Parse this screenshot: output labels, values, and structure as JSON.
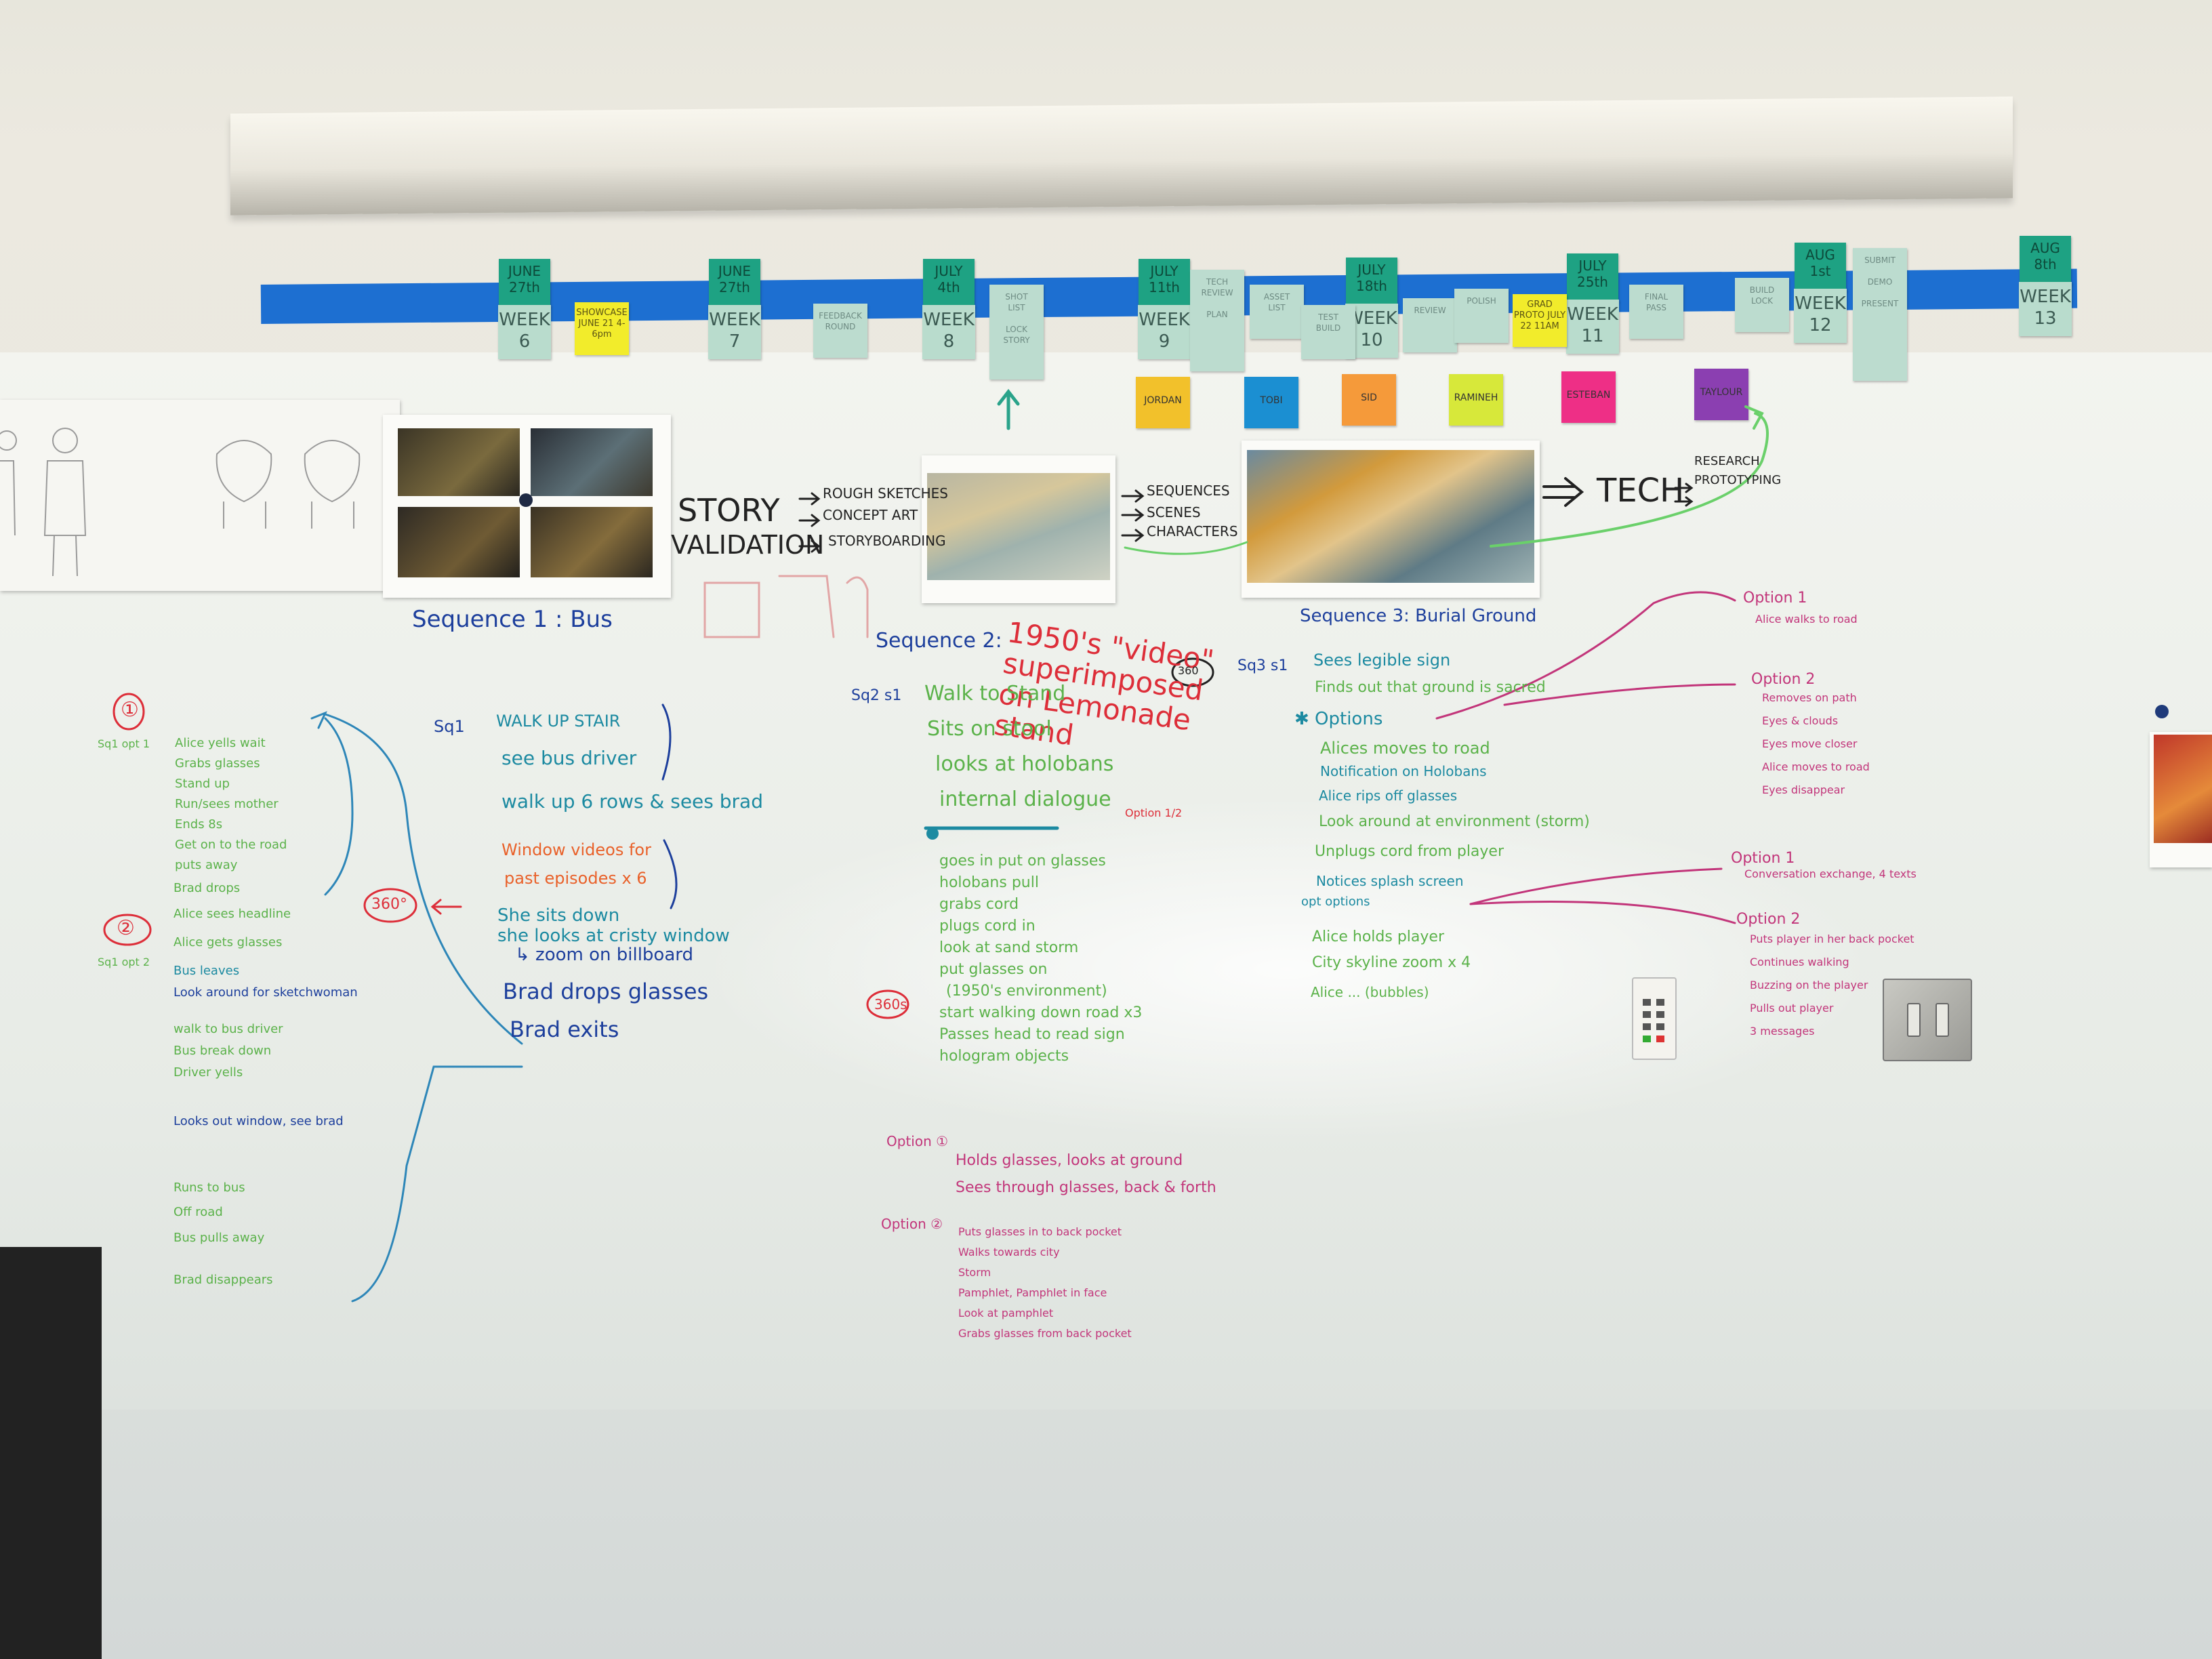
{
  "timeline": {
    "milestones": [
      {
        "date": "JUNE 27th",
        "week": "WEEK 6"
      },
      {
        "date": "JUNE 27th",
        "week": "WEEK 7"
      },
      {
        "date": "JULY 4th",
        "week": "WEEK 8"
      },
      {
        "date": "JULY 11th",
        "week": "WEEK 9"
      },
      {
        "date": "JULY 18th",
        "week": "WEEK 10"
      },
      {
        "date": "JULY 25th",
        "week": "WEEK 11"
      },
      {
        "date": "AUG 1st",
        "week": "WEEK 12"
      },
      {
        "date": "AUG 8th",
        "week": "WEEK 13"
      }
    ],
    "yellow_notes": [
      "SHOWCASE JUNE 21 4-6pm",
      "GRAD PROTO JULY 22 11AM"
    ]
  },
  "roles": [
    {
      "label": "JORDAN",
      "color": "#f2c12b"
    },
    {
      "label": "TOBI",
      "color": "#1b8fd2"
    },
    {
      "label": "SID",
      "color": "#f59a3a"
    },
    {
      "label": "RAMINEH",
      "color": "#d7e83a"
    },
    {
      "label": "ESTEBAN",
      "color": "#ee2f86"
    },
    {
      "label": "TAYLOUR",
      "color": "#8b3fb1"
    }
  ],
  "process": {
    "story": "STORY",
    "validation": "VALIDATION",
    "story_items": [
      "ROUGH SKETCHES",
      "CONCEPT ART",
      "STORYBOARDING"
    ],
    "output_items": [
      "SEQUENCES",
      "SCENES",
      "CHARACTERS"
    ],
    "tech": "TECH",
    "tech_items": [
      "RESEARCH",
      "PROTOTYPING"
    ]
  },
  "seq1": {
    "title": "Sequence 1 : Bus",
    "label": "Sq1",
    "lines": [
      "WALK UP STAIR",
      "see bus driver",
      "walk up 6 rows & sees brad",
      "Window videos for",
      "past episodes x 6",
      "She sits down",
      "she looks at cristy window",
      "↳ zoom on billboard",
      "Brad drops glasses",
      "Brad exits"
    ],
    "bubble": "360°",
    "left_notes_1": [
      "Alice yells wait",
      "Grabs glasses",
      "Stand up",
      "Run/sees mother",
      "Ends 8s",
      "Get on to the road",
      "puts away"
    ],
    "left_notes_2": [
      "Brad drops",
      "Alice sees headline",
      "Alice gets glasses",
      "Bus leaves",
      "Look around for sketchwoman",
      "walk to bus driver",
      "Bus break down",
      "Driver yells",
      "Looks out window, see brad",
      "Runs to bus",
      "Off road",
      "Bus pulls away",
      "Brad disappears"
    ],
    "left_labels": [
      "①",
      "②",
      "Sq1 opt 1",
      "Sq1 opt 2"
    ]
  },
  "seq2": {
    "title": "Sequence 2:",
    "headline": "1950's \"video\" superimposed on Lemonade stand",
    "label": "Sq2 s1",
    "lines": [
      "Walk to Stand",
      "Sits on stool",
      "looks at holobans",
      "internal dialogue"
    ],
    "option_marker": "Option 1/2",
    "after": [
      "goes in put on glasses",
      "holobans pull",
      "grabs cord",
      "plugs cord in",
      "look at sand storm",
      "put glasses on",
      "(1950's environment)",
      "start walking down road x3",
      "Passes head to read sign",
      "hologram objects"
    ],
    "bubble": "360s",
    "option1_label": "Option ①",
    "option1": [
      "Holds glasses, looks at ground",
      "Sees through glasses, back & forth"
    ],
    "option2_label": "Option ②",
    "option2": [
      "Puts glasses in to back pocket",
      "Walks towards city",
      "Storm",
      "Pamphlet, Pamphlet in face",
      "Look at pamphlet",
      "Grabs glasses from back pocket"
    ]
  },
  "seq3": {
    "title": "Sequence 3: Burial Ground",
    "label": "Sq3 s1",
    "bubble": "360",
    "lines": [
      "Sees legible sign",
      "Finds out that ground is sacred",
      "✱ Options",
      "Alices moves to road",
      "Notification on Holobans",
      "Alice rips off glasses",
      "Look around at environment (storm)",
      "Unplugs cord from player",
      "Notices splash screen",
      "opt options",
      "Alice holds player",
      "City skyline zoom x 4",
      "Alice ... (bubbles)"
    ],
    "right_notes": [
      {
        "label": "Option 1",
        "items": [
          "Alice walks to road"
        ]
      },
      {
        "label": "Option 2",
        "items": [
          "Removes on path",
          "Eyes & clouds",
          "Eyes move closer",
          "Alice moves to road",
          "Eyes disappear"
        ]
      },
      {
        "label": "Option 1",
        "items": [
          "Conversation exchange, 4 texts"
        ]
      },
      {
        "label": "Option 2",
        "items": [
          "Puts player in her back pocket",
          "Continues walking",
          "Buzzing on the player",
          "Pulls out player",
          "3 messages"
        ]
      }
    ]
  },
  "colors": {
    "tape": "#1d6fd1",
    "teal_marker": "#1c8aa1",
    "green_marker": "#5bb24a",
    "red_marker": "#dd2e39",
    "blue_marker": "#1d3f9c",
    "magenta_marker": "#c2357a"
  }
}
